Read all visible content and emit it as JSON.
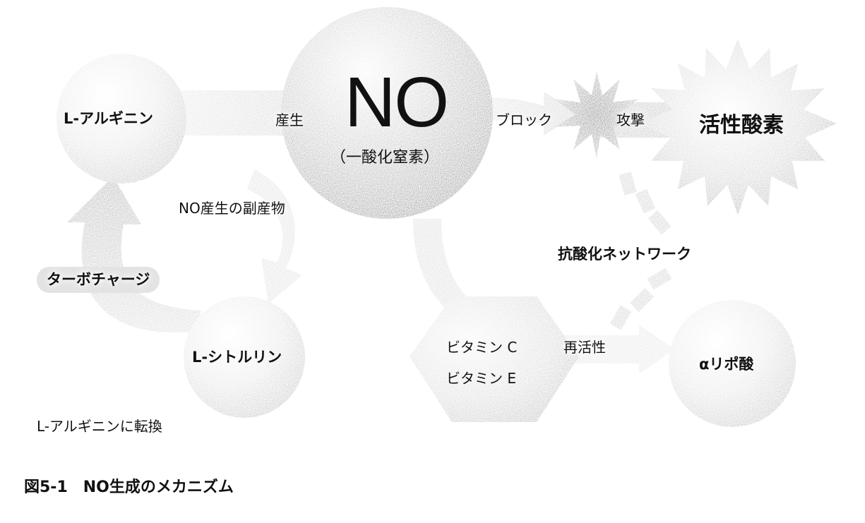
{
  "diagram": {
    "nodes": {
      "l_arginine": "L-アルギニン",
      "no_main": "NO",
      "no_sub": "（一酸化窒素）",
      "active_oxygen": "活性酸素",
      "l_citrulline": "L-シトルリン",
      "vitamin_c": "ビタミン C",
      "vitamin_e": "ビタミン E",
      "alpha_lipoic": "αリポ酸"
    },
    "edges": {
      "produce": "産生",
      "block": "ブロック",
      "attack": "攻撃",
      "byproduct": "NO産生の副産物",
      "turbocharge": "ターボチャージ",
      "antioxidant_network": "抗酸化ネットワーク",
      "reactivate": "再活性",
      "convert": "L-アルギニンに転換"
    }
  },
  "caption": "図5-1　NO生成のメカニズム",
  "colors": {
    "sphere_light": "#f2f2f2",
    "sphere_dark": "#8a8a8a",
    "arrow": "#bdbdbd",
    "text": "#111111"
  }
}
